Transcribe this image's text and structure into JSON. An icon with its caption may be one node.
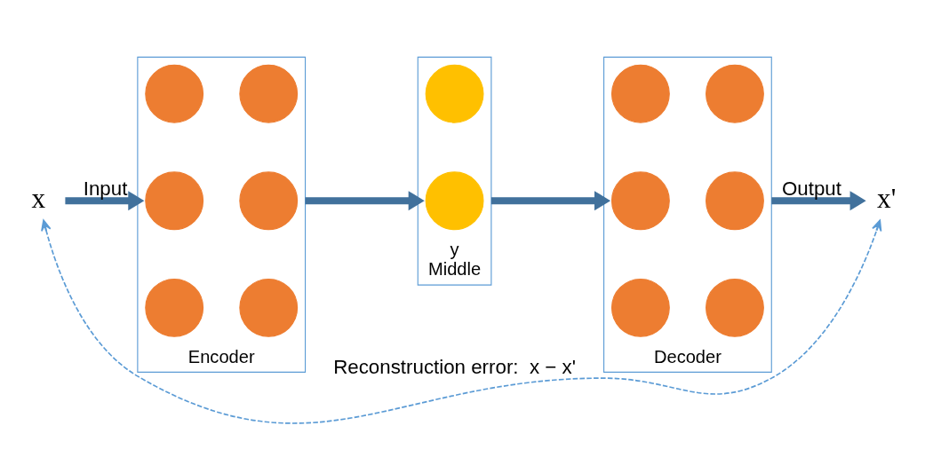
{
  "diagram": {
    "nodes": [
      {
        "text": [
          "x"
        ]
      },
      {
        "text": [
          "Encoder"
        ]
      },
      {
        "text": [],
        "shape": "circle",
        "in": 1
      },
      {
        "text": [],
        "shape": "circle",
        "in": 1
      },
      {
        "text": [],
        "shape": "circle",
        "in": 1
      },
      {
        "text": [],
        "shape": "circle",
        "in": 1
      },
      {
        "text": [],
        "shape": "circle",
        "in": 1
      },
      {
        "text": [],
        "shape": "circle",
        "in": 1
      },
      {
        "text": [
          "y",
          "Middle"
        ]
      },
      {
        "text": [],
        "shape": "circle",
        "in": 8
      },
      {
        "text": [],
        "shape": "circle",
        "in": 8
      },
      {
        "text": [
          "Decoder"
        ]
      },
      {
        "text": [],
        "shape": "circle",
        "in": 11
      },
      {
        "text": [],
        "shape": "circle",
        "in": 11
      },
      {
        "text": [],
        "shape": "circle",
        "in": 11
      },
      {
        "text": [],
        "shape": "circle",
        "in": 11
      },
      {
        "text": [],
        "shape": "circle",
        "in": 11
      },
      {
        "text": [],
        "shape": "circle",
        "in": 11
      },
      {
        "text": [
          "x'"
        ]
      }
    ],
    "edges": [
      {
        "from": 0,
        "to": 1,
        "arrow": "to",
        "label": "Input"
      },
      {
        "from": 1,
        "to": 8,
        "arrow": "to"
      },
      {
        "from": 8,
        "to": 11,
        "arrow": "to"
      },
      {
        "from": 11,
        "to": 18,
        "arrow": "to",
        "label": "Output"
      },
      {
        "from": 0,
        "to": 18,
        "arrow": "both",
        "style": "dashed",
        "color": "#5b9bd5",
        "label": "Reconstruction error:  x − x'"
      }
    ]
  }
}
